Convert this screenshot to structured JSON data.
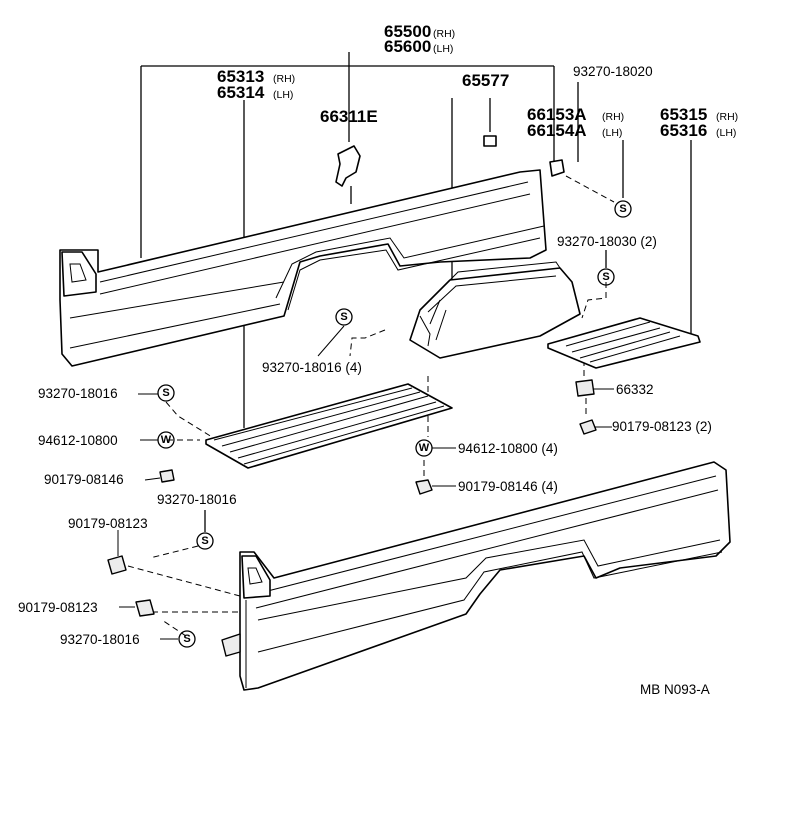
{
  "labels": {
    "p65500": "65500",
    "p65500_side": "(RH)",
    "p65600": "65600",
    "p65600_side": "(LH)",
    "p65313": "65313",
    "p65313_side": "(RH)",
    "p65314": "65314",
    "p65314_side": "(LH)",
    "p66311E": "66311E",
    "p65577": "65577",
    "p93270_18020": "93270-18020",
    "p66153A": "66153A",
    "p66153A_side": "(RH)",
    "p66154A": "66154A",
    "p66154A_side": "(LH)",
    "p65315": "65315",
    "p65315_side": "(RH)",
    "p65316": "65316",
    "p65316_side": "(LH)",
    "p93270_18030": "93270-18030 (2)",
    "p93270_18016_4": "93270-18016 (4)",
    "p66332": "66332",
    "p90179_08123_2": "90179-08123 (2)",
    "p93270_18016_a": "93270-18016",
    "p94612_10800_a": "94612-10800",
    "p90179_08146_a": "90179-08146",
    "p94612_10800_4": "94612-10800 (4)",
    "p90179_08146_4": "90179-08146 (4)",
    "p93270_18016_b": "93270-18016",
    "p90179_08123_a": "90179-08123",
    "p90179_08123_b": "90179-08123",
    "p93270_18016_c": "93270-18016",
    "code": "MB  N093-A"
  },
  "symbols": {
    "clip": "S",
    "washer": "W"
  }
}
